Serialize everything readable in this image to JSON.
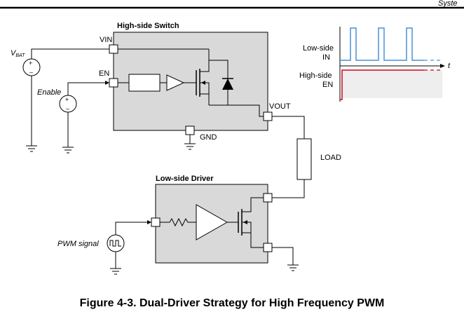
{
  "header": {
    "text": "Syste"
  },
  "figure": {
    "caption": "Figure 4-3. Dual-Driver Strategy for High Frequency PWM",
    "high_side_switch": {
      "title": "High-side Switch",
      "pins": {
        "vin": "VIN",
        "en": "EN",
        "vout": "VOUT",
        "gnd": "GND"
      }
    },
    "low_side_driver": {
      "title": "Low-side Driver"
    },
    "load_label": "LOAD",
    "sources": {
      "vbat": "V",
      "vbat_sub": "BAT",
      "enable": "Enable",
      "pwm": "PWM signal"
    },
    "timing": {
      "row1_line1": "Low-side",
      "row1_line2": "IN",
      "row2_line1": "High-side",
      "row2_line2": "EN",
      "axis_label": "t"
    },
    "colors": {
      "chip_fill": "#d9d9d9",
      "waveform_blue": "#4a90d9",
      "waveform_red": "#d0021b",
      "waveform_shade": "#eeeeee"
    }
  }
}
